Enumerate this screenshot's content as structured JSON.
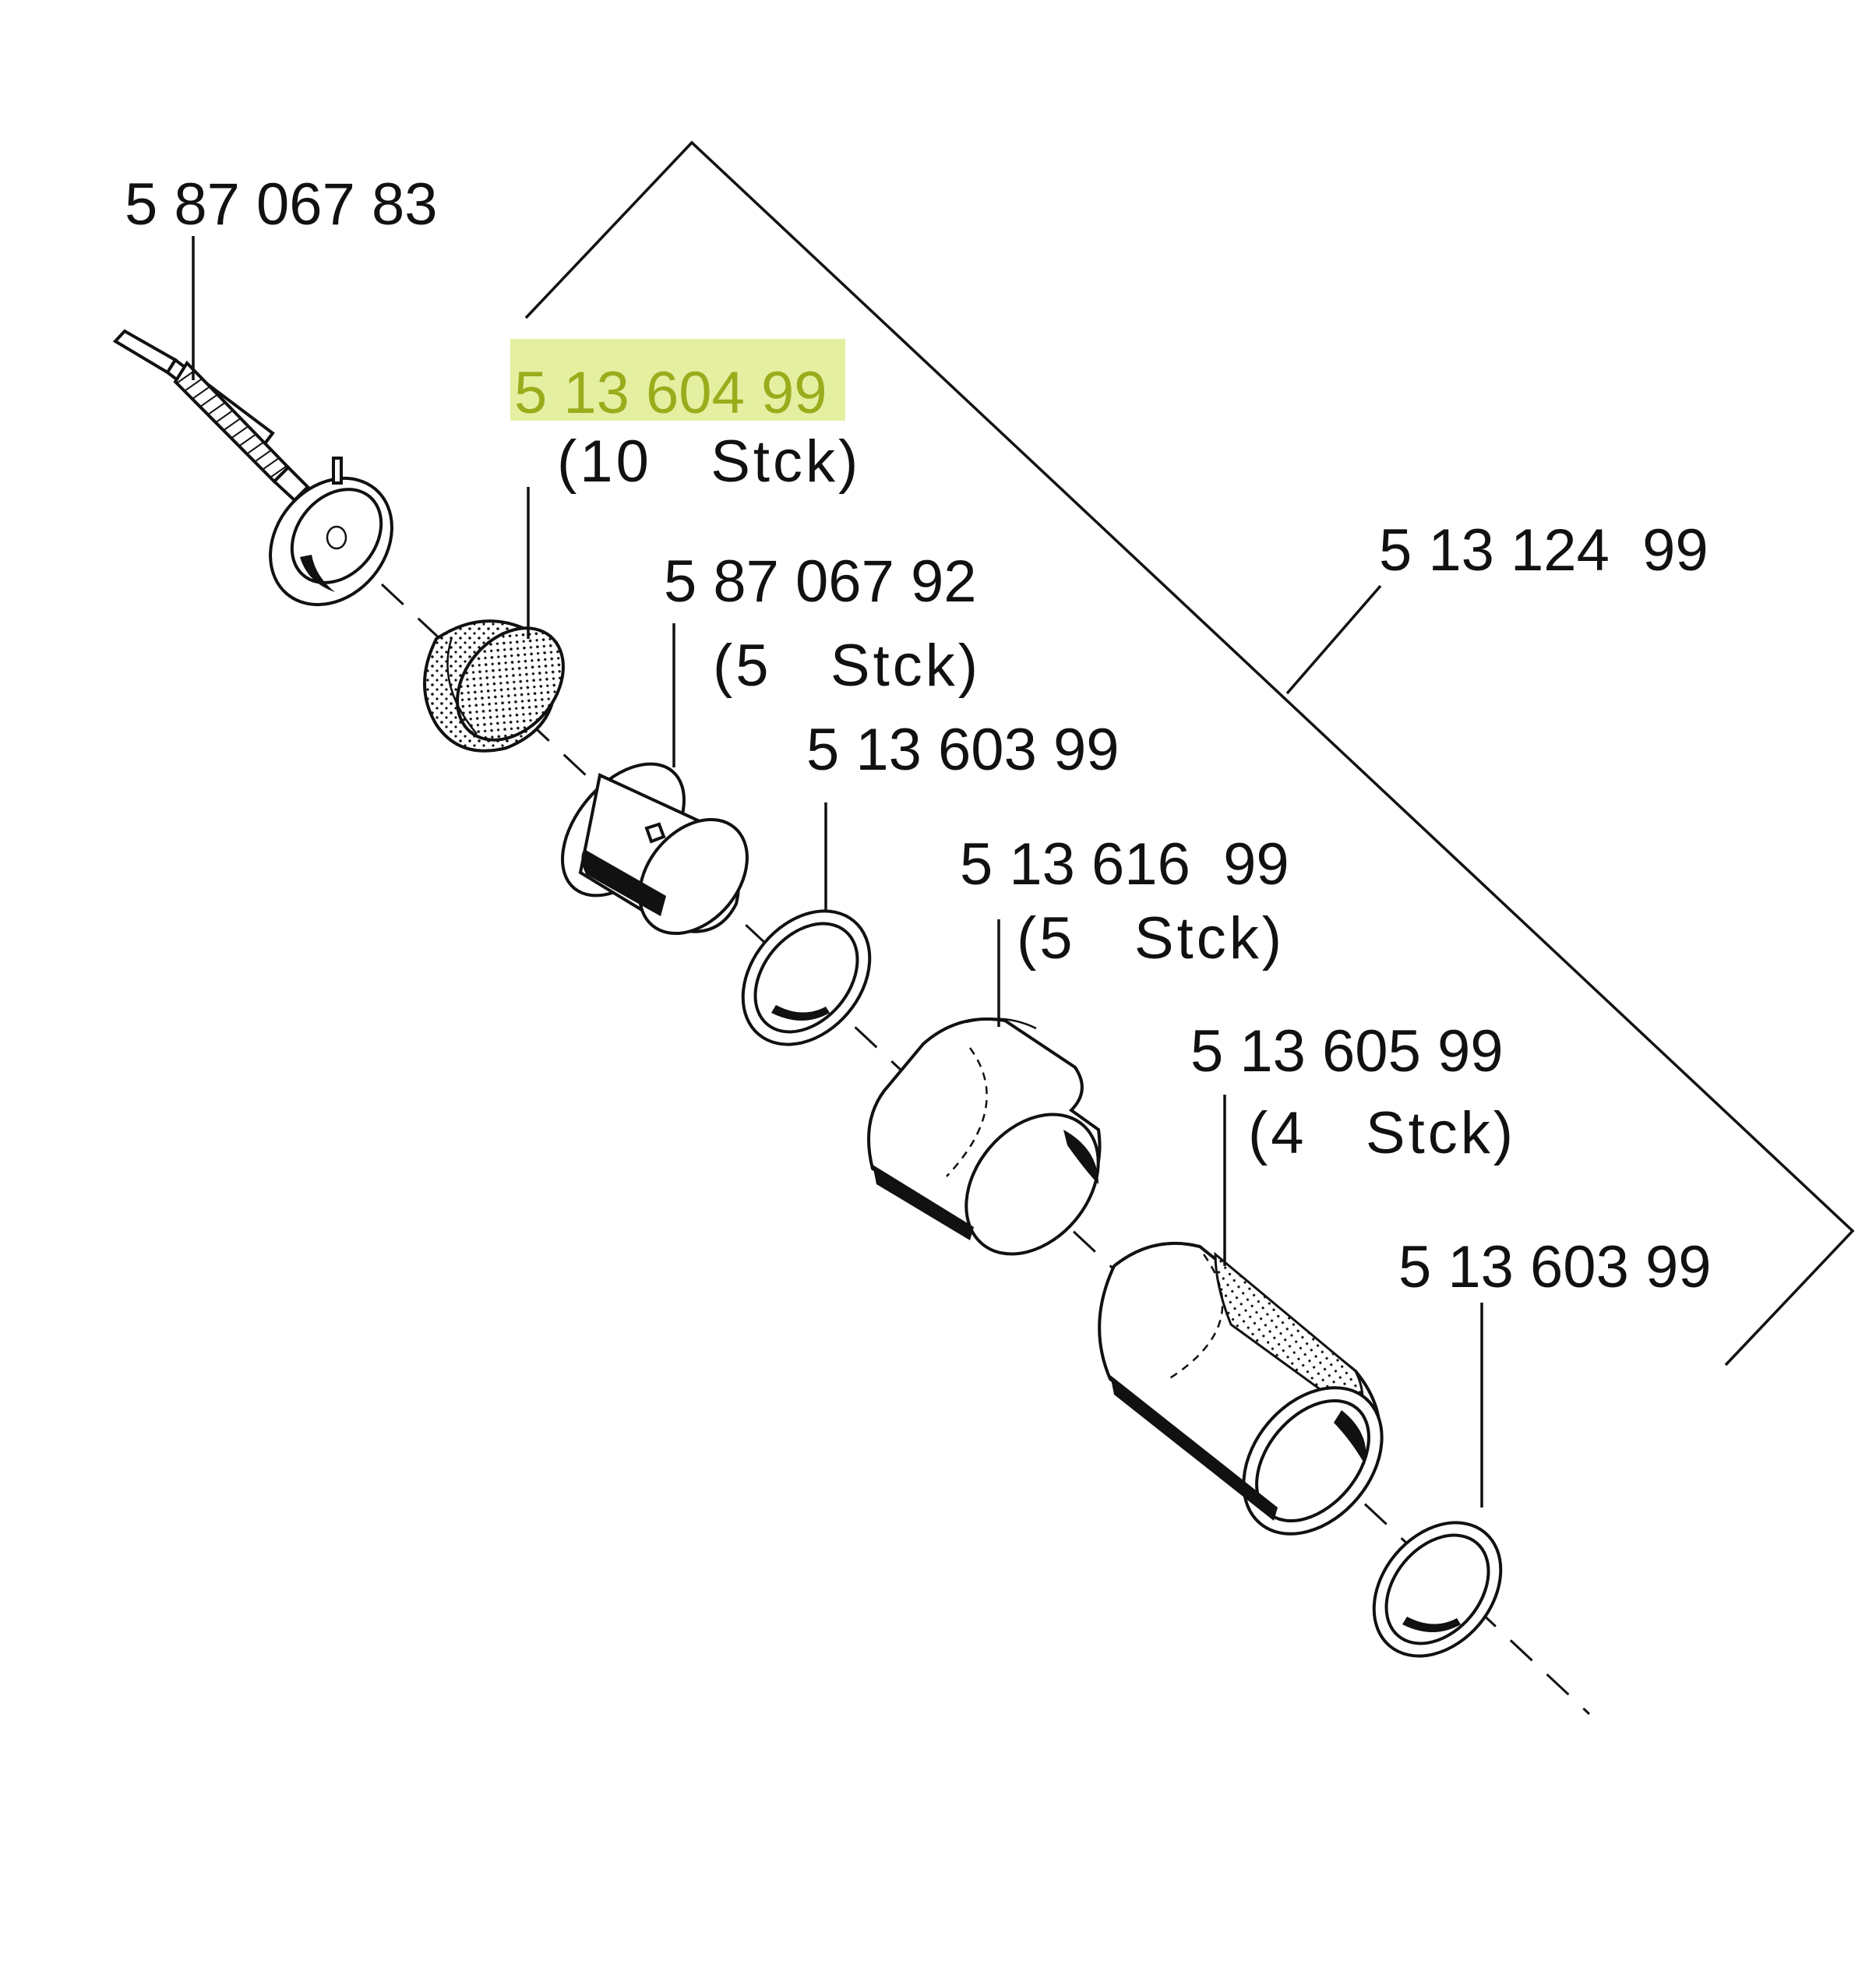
{
  "parts": [
    {
      "id": "needle-assembly",
      "part_number": "5 87 067 83",
      "quantity": ""
    },
    {
      "id": "felt-filter",
      "part_number": "5 13 604 99",
      "quantity": "(10   Stck)",
      "highlighted": true
    },
    {
      "id": "flanged-bushing",
      "part_number": "5 87 067 92",
      "quantity": "(5   Stck)"
    },
    {
      "id": "washer-upper",
      "part_number": "5 13 603 99",
      "quantity": ""
    },
    {
      "id": "sleeve",
      "part_number": "5 13 616  99",
      "quantity": "(5   Stck)"
    },
    {
      "id": "mesh-sleeve",
      "part_number": "5 13 605 99",
      "quantity": "(4   Stck)"
    },
    {
      "id": "washer-lower",
      "part_number": "5 13 603 99",
      "quantity": ""
    }
  ],
  "kit": {
    "part_number": "5 13 124  99"
  },
  "colors": {
    "highlight": "#e4f0a0",
    "highlight_text": "#9aac1c",
    "ink": "#111111"
  }
}
